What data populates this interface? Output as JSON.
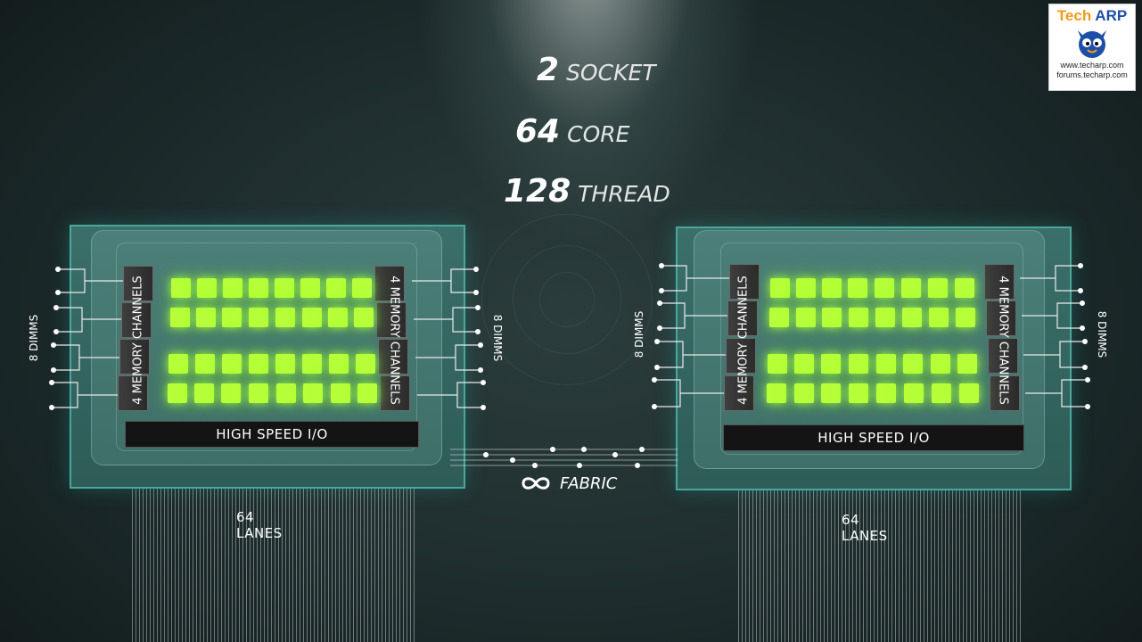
{
  "stats": [
    {
      "number": "2",
      "word": "SOCKET"
    },
    {
      "number": "64",
      "word": "CORE"
    },
    {
      "number": "128",
      "word": "THREAD"
    }
  ],
  "sockets": [
    {
      "memory_left": "4 MEMORY CHANNELS",
      "memory_right": "4 MEMORY CHANNELS",
      "dimms_left": "8 DIMMS",
      "dimms_right": "8 DIMMS",
      "io_label": "HIGH SPEED I/O",
      "lanes_label": "64 LANES"
    },
    {
      "memory_left": "4 MEMORY CHANNELS",
      "memory_right": "4 MEMORY CHANNELS",
      "dimms_left": "8 DIMMS",
      "dimms_right": "8 DIMMS",
      "io_label": "HIGH SPEED I/O",
      "lanes_label": "64 LANES"
    }
  ],
  "fabric": {
    "label": "FABRIC",
    "icon": "infinity-icon"
  },
  "watermark": {
    "brand_part1": "Tech",
    "brand_part2": "ARP",
    "url1": "www.techarp.com",
    "url2": "forums.techarp.com",
    "icon": "mascot-icon"
  },
  "colors": {
    "core_glow": "#b7ff39",
    "pcb": "#3b6f69",
    "pcb_border": "#4aa79c"
  }
}
